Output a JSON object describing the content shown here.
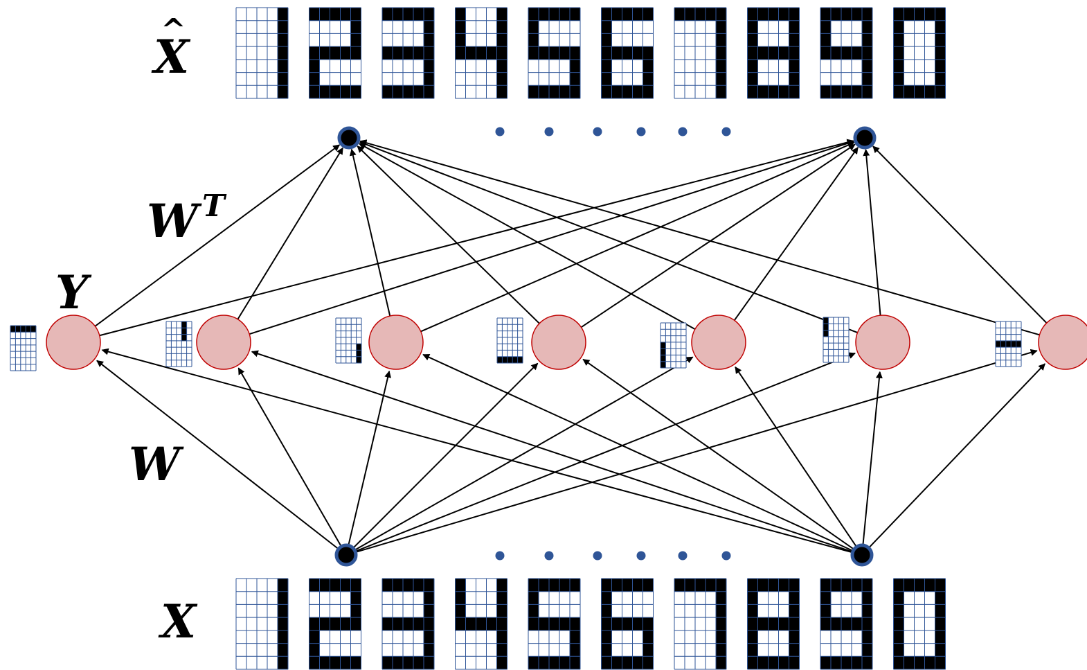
{
  "labels": {
    "x_hat": "X",
    "x_hat_accent": "^",
    "w_transpose": "W",
    "w_transpose_sup": "T",
    "y": "Y",
    "w": "W",
    "x": "X"
  },
  "colors": {
    "hidden_node_fill": "#e6b8b7",
    "hidden_node_stroke": "#c00000",
    "io_node_fill": "#000000",
    "io_node_stroke": "#2f5597",
    "ellipsis_dot": "#2f5597",
    "grid_line": "#2f5597",
    "pixel_on": "#000000",
    "edge": "#000000"
  },
  "digits": [
    {
      "name": "1",
      "rows": [
        "00001",
        "00001",
        "00001",
        "00001",
        "00001",
        "00001",
        "00001"
      ]
    },
    {
      "name": "2",
      "rows": [
        "11111",
        "00001",
        "00001",
        "11111",
        "10000",
        "10000",
        "11111"
      ]
    },
    {
      "name": "3",
      "rows": [
        "11111",
        "00001",
        "00001",
        "11111",
        "00001",
        "00001",
        "11111"
      ]
    },
    {
      "name": "4",
      "rows": [
        "10001",
        "10001",
        "10001",
        "11111",
        "00001",
        "00001",
        "00001"
      ]
    },
    {
      "name": "5",
      "rows": [
        "11111",
        "10000",
        "10000",
        "11111",
        "00001",
        "00001",
        "11111"
      ]
    },
    {
      "name": "6",
      "rows": [
        "11111",
        "10000",
        "10000",
        "11111",
        "10001",
        "10001",
        "11111"
      ]
    },
    {
      "name": "7",
      "rows": [
        "11111",
        "00001",
        "00001",
        "00001",
        "00001",
        "00001",
        "00001"
      ]
    },
    {
      "name": "8",
      "rows": [
        "11111",
        "10001",
        "10001",
        "11111",
        "10001",
        "10001",
        "11111"
      ]
    },
    {
      "name": "9",
      "rows": [
        "11111",
        "10001",
        "10001",
        "11111",
        "00001",
        "00001",
        "11111"
      ]
    },
    {
      "name": "0",
      "rows": [
        "11111",
        "10001",
        "10001",
        "10001",
        "10001",
        "10001",
        "11111"
      ]
    }
  ],
  "features": [
    {
      "name": "top-bar",
      "rows": [
        "11111",
        "00000",
        "00000",
        "00000",
        "00000",
        "00000",
        "00000"
      ]
    },
    {
      "name": "upper-right",
      "rows": [
        "00010",
        "00010",
        "00010",
        "00000",
        "00000",
        "00000",
        "00000"
      ]
    },
    {
      "name": "lower-right",
      "rows": [
        "00000",
        "00000",
        "00000",
        "00000",
        "00001",
        "00001",
        "00001"
      ]
    },
    {
      "name": "bottom-bar",
      "rows": [
        "00000",
        "00000",
        "00000",
        "00000",
        "00000",
        "00000",
        "11111"
      ]
    },
    {
      "name": "lower-left",
      "rows": [
        "00000",
        "00000",
        "00000",
        "10000",
        "10000",
        "10000",
        "10000"
      ]
    },
    {
      "name": "upper-left",
      "rows": [
        "10000",
        "10000",
        "10000",
        "00000",
        "00000",
        "00000",
        "00000"
      ]
    },
    {
      "name": "middle-bar",
      "rows": [
        "00000",
        "00000",
        "00000",
        "11111",
        "00000",
        "00000",
        "00000"
      ]
    }
  ]
}
